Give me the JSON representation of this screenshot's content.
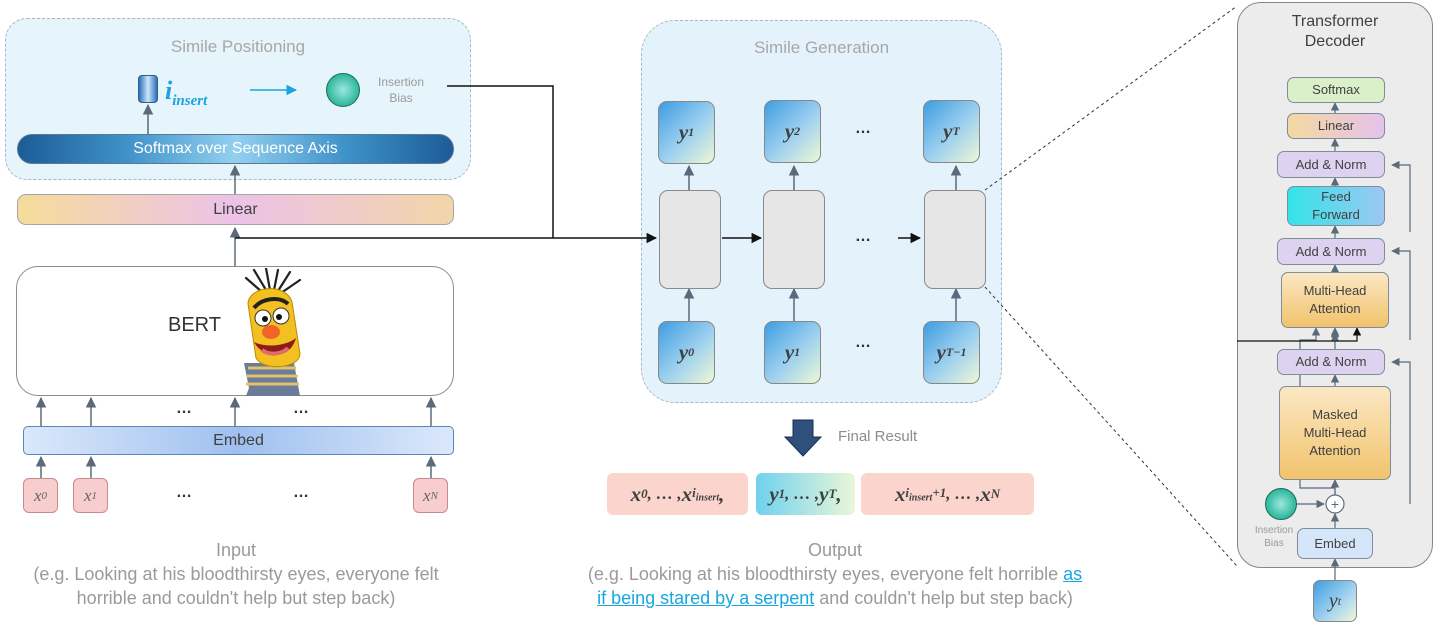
{
  "positioning": {
    "title": "Simile Positioning",
    "insert_symbol": "i",
    "insert_sub": "insert",
    "insertion_bias": [
      "Insertion",
      "Bias"
    ],
    "softmax_label": "Softmax over Sequence Axis",
    "linear_label": "Linear"
  },
  "encoder": {
    "bert_label": "BERT",
    "embed_label": "Embed",
    "tokens": [
      {
        "base": "x",
        "sub": "0"
      },
      {
        "base": "x",
        "sub": "1"
      },
      {
        "base": "x",
        "sub": "N"
      }
    ],
    "ellipsis": "…"
  },
  "generation": {
    "title": "Simile Generation",
    "outputs": [
      {
        "base": "y",
        "sub": "1"
      },
      {
        "base": "y",
        "sub": "2"
      },
      {
        "base": "y",
        "sub": "T"
      }
    ],
    "inputs": [
      {
        "base": "y",
        "sub": "0"
      },
      {
        "base": "y",
        "sub": "1"
      },
      {
        "base": "y",
        "sub": "T−1"
      }
    ],
    "ellipsis": "…"
  },
  "result": {
    "label": "Final Result",
    "seg1": {
      "a": "x",
      "a_sub": "0",
      "mid": ", … , ",
      "b": "x",
      "b_sub": "i",
      "b_subsub": "insert",
      "tail": ","
    },
    "seg2": {
      "a": "y",
      "a_sub": "1",
      "mid": ", … , ",
      "b": "y",
      "b_sub": "T",
      "tail": ","
    },
    "seg3": {
      "a": "x",
      "a_sub": "i",
      "a_subsub": "insert",
      "a_plus": "+1",
      "mid": ", … , ",
      "b": "x",
      "b_sub": "N"
    },
    "colors": {
      "x": "#fbd5cd",
      "y_start": "#6fd1ef",
      "y_end": "#eaf7d8"
    }
  },
  "captions": {
    "input_title": "Input",
    "input_text_1": "(e.g. Looking at his bloodthirsty eyes, everyone felt",
    "input_text_2": "horrible and couldn't help but step back)",
    "output_title": "Output",
    "output_text_1": "(e.g. Looking at his bloodthirsty eyes, everyone felt horrible",
    "output_highlight_1": "as",
    "output_highlight_2": "if being stared by a serpent",
    "output_text_2": "and couldn't help but step back)"
  },
  "decoder": {
    "title_1": "Transformer",
    "title_2": "Decoder",
    "softmax": "Softmax",
    "linear": "Linear",
    "add_norm": "Add & Norm",
    "feed_forward": [
      "Feed",
      "Forward"
    ],
    "mha": [
      "Multi-Head",
      "Attention"
    ],
    "masked_mha": [
      "Masked",
      "Multi-Head",
      "Attention"
    ],
    "embed": "Embed",
    "insertion_bias": [
      "Insertion",
      "Bias"
    ],
    "plus": "+",
    "input_token": {
      "base": "y",
      "sub": "t"
    }
  }
}
